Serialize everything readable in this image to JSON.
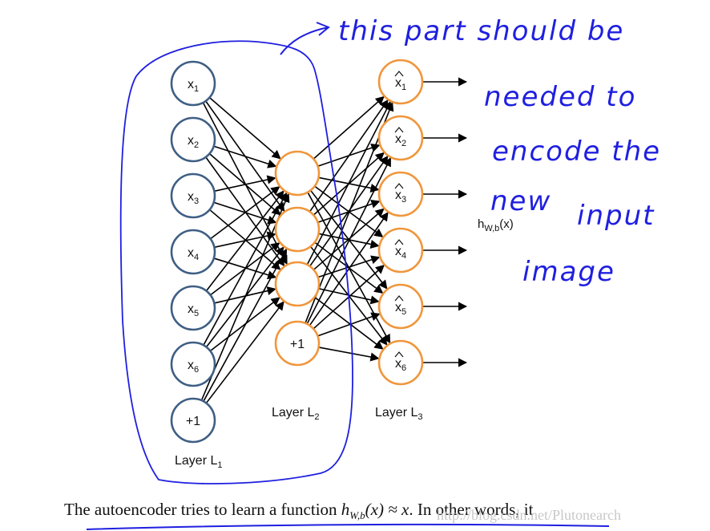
{
  "diagram": {
    "layer1": {
      "label": "Layer L",
      "sub": "1",
      "nodes": [
        {
          "base": "x",
          "sub": "1"
        },
        {
          "base": "x",
          "sub": "2"
        },
        {
          "base": "x",
          "sub": "3"
        },
        {
          "base": "x",
          "sub": "4"
        },
        {
          "base": "x",
          "sub": "5"
        },
        {
          "base": "x",
          "sub": "6"
        },
        {
          "base": "+1",
          "sub": ""
        }
      ]
    },
    "layer2": {
      "label": "Layer L",
      "sub": "2",
      "nodes": [
        {
          "base": "",
          "sub": ""
        },
        {
          "base": "",
          "sub": ""
        },
        {
          "base": "",
          "sub": ""
        },
        {
          "base": "+1",
          "sub": ""
        }
      ]
    },
    "layer3": {
      "label": "Layer L",
      "sub": "3",
      "nodes": [
        {
          "base": "x",
          "sub": "1"
        },
        {
          "base": "x",
          "sub": "2"
        },
        {
          "base": "x",
          "sub": "3"
        },
        {
          "base": "x",
          "sub": "4"
        },
        {
          "base": "x",
          "sub": "5"
        },
        {
          "base": "x",
          "sub": "6"
        }
      ]
    },
    "output_function": {
      "base": "h",
      "sub": "W,b",
      "arg": "(x)"
    },
    "colors": {
      "input_node": "#3f5f84",
      "hidden_node": "#f0963c",
      "output_node": "#f0963c",
      "edge": "#000000",
      "annotation": "#1f1fe0"
    }
  },
  "annotation": {
    "lines": [
      "this part should be",
      "needed to",
      "encode the",
      "new",
      "input",
      "image"
    ]
  },
  "caption": {
    "lead": "The autoencoder tries to learn a function ",
    "func_base": "h",
    "func_sub": "W,b",
    "func_rest": "(x) ≈ x",
    "tail": ". In other words, it"
  },
  "watermark": "http://blog.csdn.net/Plutonearch"
}
